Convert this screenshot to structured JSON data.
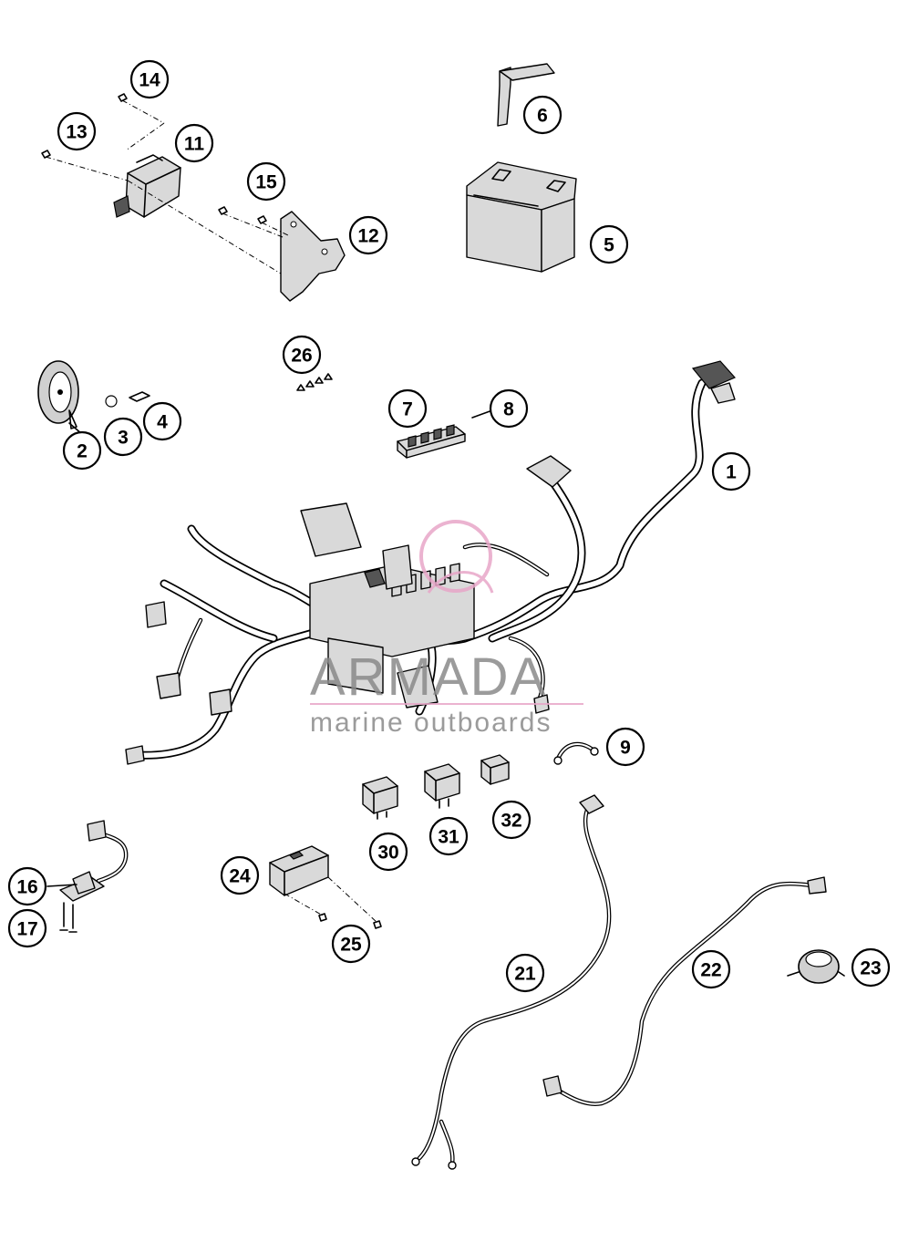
{
  "watermark": {
    "brand": "ARMADA",
    "tagline": "marine outboards",
    "accent_color": "#e8a6c8",
    "text_color": "#8a8a8a"
  },
  "callouts": [
    {
      "id": "c1",
      "label": "1"
    },
    {
      "id": "c2",
      "label": "2"
    },
    {
      "id": "c3",
      "label": "3"
    },
    {
      "id": "c4",
      "label": "4"
    },
    {
      "id": "c5",
      "label": "5"
    },
    {
      "id": "c6",
      "label": "6"
    },
    {
      "id": "c7",
      "label": "7"
    },
    {
      "id": "c8",
      "label": "8"
    },
    {
      "id": "c9",
      "label": "9"
    },
    {
      "id": "c11",
      "label": "11"
    },
    {
      "id": "c12",
      "label": "12"
    },
    {
      "id": "c13",
      "label": "13"
    },
    {
      "id": "c14",
      "label": "14"
    },
    {
      "id": "c15",
      "label": "15"
    },
    {
      "id": "c16",
      "label": "16"
    },
    {
      "id": "c17",
      "label": "17"
    },
    {
      "id": "c21",
      "label": "21"
    },
    {
      "id": "c22",
      "label": "22"
    },
    {
      "id": "c23",
      "label": "23"
    },
    {
      "id": "c24",
      "label": "24"
    },
    {
      "id": "c25",
      "label": "25"
    },
    {
      "id": "c26",
      "label": "26"
    },
    {
      "id": "c30",
      "label": "30"
    },
    {
      "id": "c31",
      "label": "31"
    },
    {
      "id": "c32",
      "label": "32"
    }
  ]
}
